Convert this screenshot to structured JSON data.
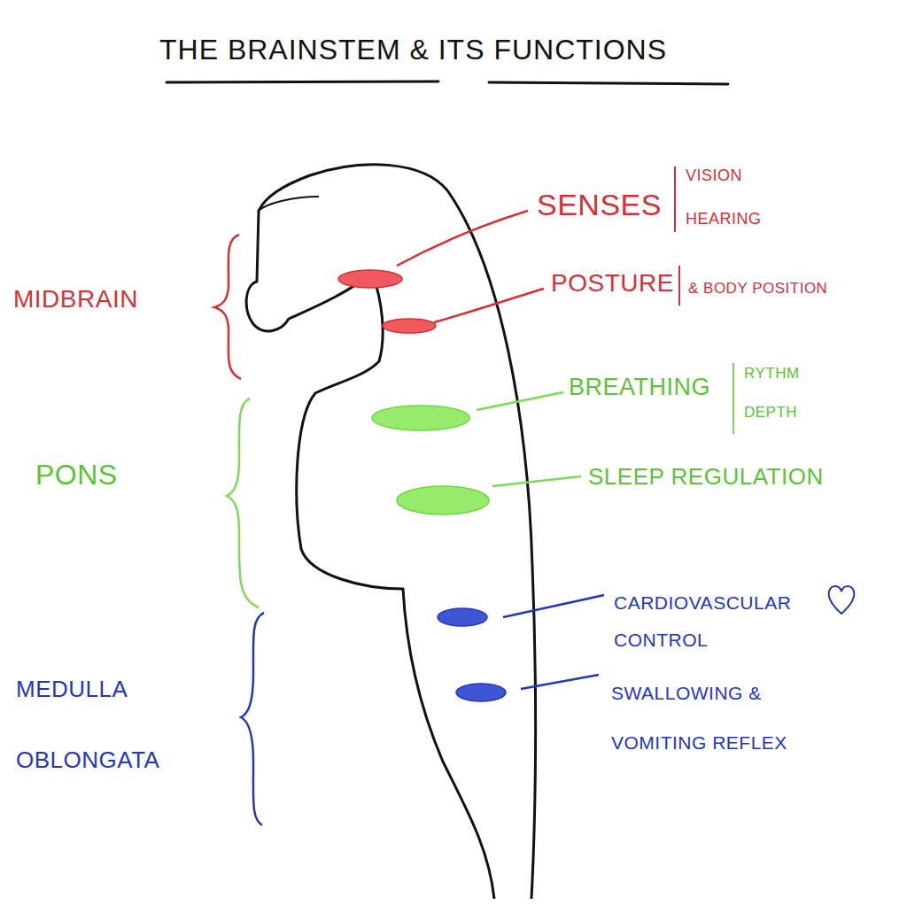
{
  "diagram": {
    "title": "THE BRAINSTEM & ITS FUNCTIONS",
    "labels": [
      "MIDBRAIN",
      "PONS",
      "MEDULLA OBLONGATA",
      "SENSES",
      "VISION",
      "HEARING",
      "POSTURE",
      "& BODY POSITION",
      "BREATHING",
      "RYTHM",
      "DEPTH",
      "SLEEP REGULATION",
      "CARDIOVASCULAR CONTROL",
      "SWALLOWING & VOMITING REFLEX"
    ]
  }
}
